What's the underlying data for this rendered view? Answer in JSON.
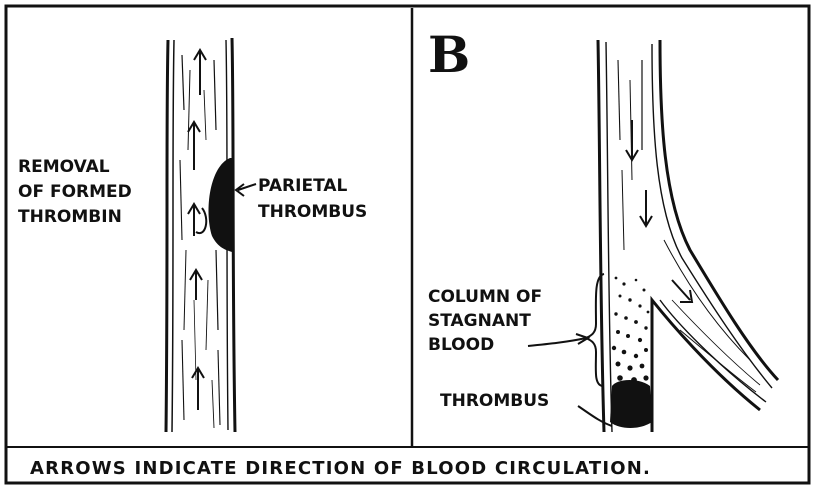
{
  "figure": {
    "panel_a": {
      "label_removal_line1": "REMOVAL",
      "label_removal_line2": "OF FORMED",
      "label_removal_line3": "THROMBIN",
      "label_parietal_line1": "PARIETAL",
      "label_parietal_line2": "THROMBUS"
    },
    "panel_b": {
      "letter": "B",
      "label_column_line1": "COLUMN OF",
      "label_column_line2": "STAGNANT",
      "label_column_line3": "BLOOD",
      "label_thrombus": "THROMBUS"
    },
    "caption": "ARROWS INDICATE DIRECTION OF BLOOD CIRCULATION."
  }
}
